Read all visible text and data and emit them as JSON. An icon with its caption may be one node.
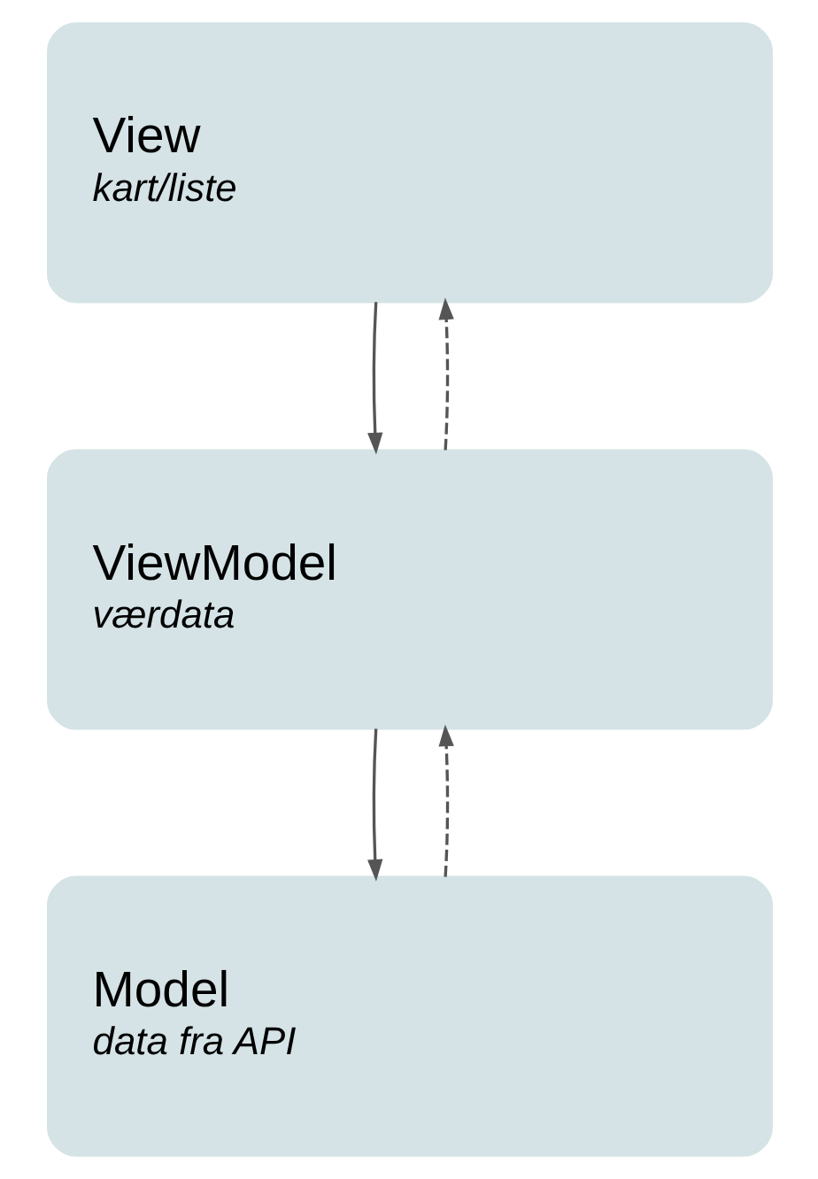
{
  "diagram": {
    "nodes": [
      {
        "text": [
          "View",
          "kart/liste"
        ]
      },
      {
        "text": [
          "ViewModel",
          "værdata"
        ]
      },
      {
        "text": [
          "Model",
          "data fra API"
        ]
      }
    ],
    "edges": [
      {
        "from": 0,
        "to": 1,
        "arrow": "to"
      },
      {
        "from": 1,
        "to": 0,
        "arrow": "to",
        "style": "dashed"
      },
      {
        "from": 1,
        "to": 2,
        "arrow": "to"
      },
      {
        "from": 2,
        "to": 1,
        "arrow": "to",
        "style": "dashed"
      }
    ]
  }
}
